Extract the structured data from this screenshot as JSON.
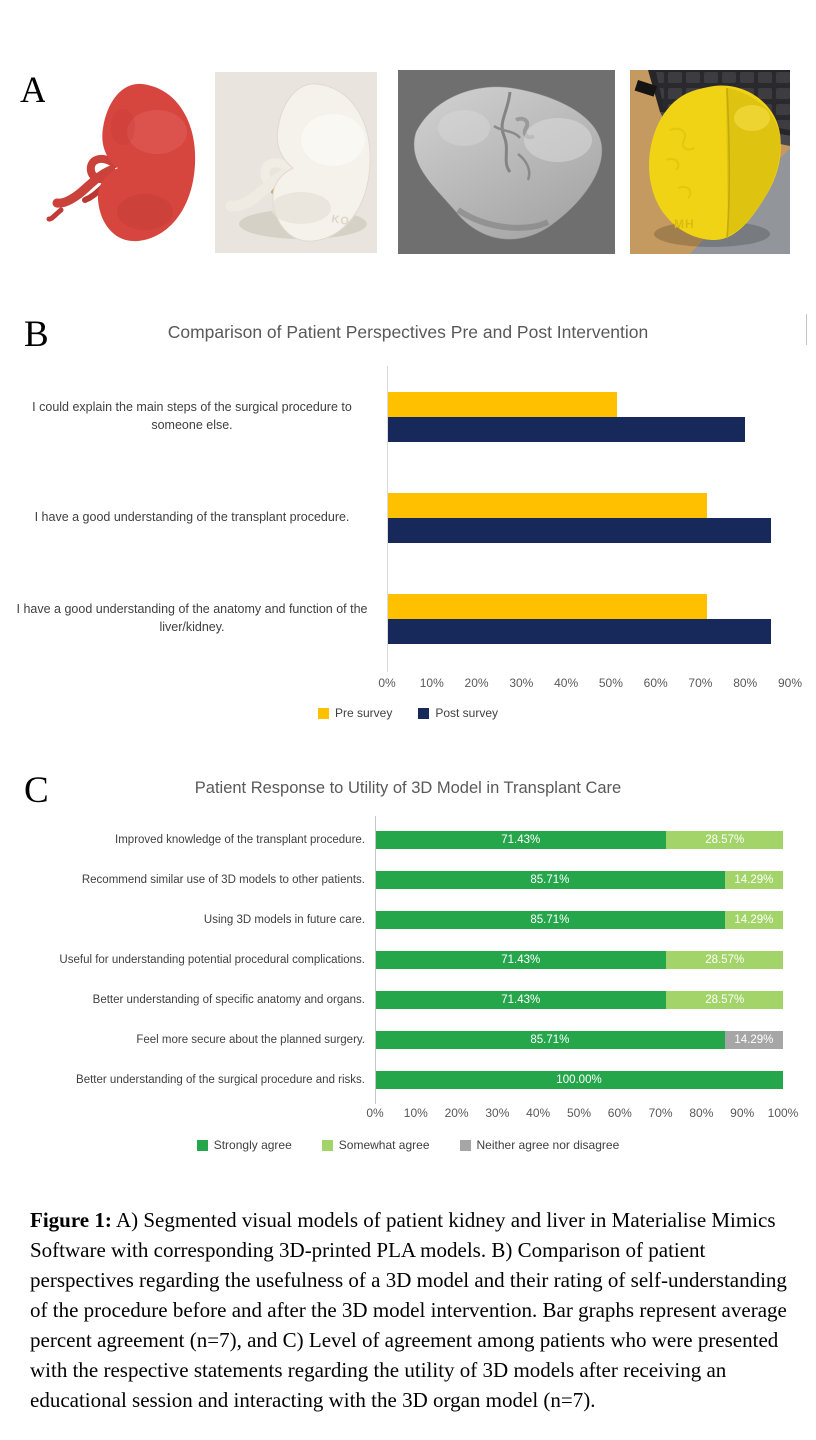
{
  "panel_a": {
    "letter": "A",
    "images": [
      {
        "name": "segmented-kidney-render",
        "description": "red segmented 3D kidney model render",
        "dominant_color": "#D6453E",
        "background": "#FFFFFF",
        "embossed_text": ""
      },
      {
        "name": "printed-kidney-photo",
        "description": "white 3D-printed PLA kidney model",
        "dominant_color": "#F5F2EB",
        "background": "#E9E5DE",
        "embossed_text": "KO"
      },
      {
        "name": "segmented-liver-render",
        "description": "gray segmented 3D liver model render",
        "dominant_color": "#C0C0C0",
        "background": "#6F6F6F",
        "embossed_text": ""
      },
      {
        "name": "printed-liver-photo",
        "description": "yellow 3D-printed PLA liver model on desk by laptop",
        "dominant_color": "#F0D314",
        "background": "#C59A60",
        "embossed_text": "MH"
      }
    ]
  },
  "panel_b": {
    "letter": "B"
  },
  "panel_c": {
    "letter": "C"
  },
  "caption": {
    "label": "Figure 1:",
    "text": " A) Segmented visual models of patient kidney and liver in Materialise Mimics Software with corresponding 3D-printed PLA models. B) Comparison of patient perspectives regarding the usefulness of a 3D model and their rating of self-understanding of the procedure before and after the 3D model intervention. Bar graphs represent average percent agreement (n=7), and C) Level of agreement among patients who were presented with the respective statements regarding the utility of 3D models after receiving an educational session and interacting with the 3D organ model (n=7)."
  },
  "chart_data": [
    {
      "type": "bar",
      "orientation": "horizontal",
      "title": "Comparison of Patient Perspectives Pre and Post Intervention",
      "categories": [
        "I could explain the main steps of the surgical procedure to someone else.",
        "I have a good understanding of the transplant procedure.",
        "I have a good understanding of the anatomy and function of the liver/kidney."
      ],
      "series": [
        {
          "name": "Pre survey",
          "color": "#FFC000",
          "values": [
            51.43,
            71.43,
            71.43
          ]
        },
        {
          "name": "Post survey",
          "color": "#17295B",
          "values": [
            80.0,
            85.71,
            85.71
          ]
        }
      ],
      "xlim": [
        0,
        90
      ],
      "x_ticks": [
        "0%",
        "10%",
        "20%",
        "30%",
        "40%",
        "50%",
        "60%",
        "70%",
        "80%",
        "90%"
      ],
      "grid": false,
      "data_labels": false,
      "legend_position": "bottom"
    },
    {
      "type": "stacked-bar",
      "orientation": "horizontal",
      "title": "Patient Response  to Utility of 3D Model in Transplant Care",
      "categories": [
        "Improved knowledge of the transplant procedure.",
        "Recommend similar use of 3D models to other patients.",
        "Using 3D models in future care.",
        "Useful for understanding potential procedural complications.",
        "Better understanding of specific anatomy and organs.",
        "Feel more secure about the planned surgery.",
        "Better understanding of the surgical procedure and risks."
      ],
      "series": [
        {
          "name": "Strongly agree",
          "color": "#26A64B",
          "values": [
            71.43,
            85.71,
            85.71,
            71.43,
            71.43,
            85.71,
            100.0
          ],
          "labels": [
            "71.43%",
            "85.71%",
            "85.71%",
            "71.43%",
            "71.43%",
            "85.71%",
            "100.00%"
          ]
        },
        {
          "name": "Somewhat agree",
          "color": "#A2D46A",
          "values": [
            28.57,
            14.29,
            14.29,
            28.57,
            28.57,
            0,
            0
          ],
          "labels": [
            "28.57%",
            "14.29%",
            "14.29%",
            "28.57%",
            "28.57%",
            "",
            ""
          ]
        },
        {
          "name": "Neither agree nor disagree",
          "color": "#A6A6A6",
          "values": [
            0,
            0,
            0,
            0,
            0,
            14.29,
            0
          ],
          "labels": [
            "",
            "",
            "",
            "",
            "",
            "14.29%",
            ""
          ]
        }
      ],
      "xlim": [
        0,
        100
      ],
      "x_ticks": [
        "0%",
        "10%",
        "20%",
        "30%",
        "40%",
        "50%",
        "60%",
        "70%",
        "80%",
        "90%",
        "100%"
      ],
      "grid": false,
      "data_labels": true,
      "legend_position": "bottom"
    }
  ]
}
